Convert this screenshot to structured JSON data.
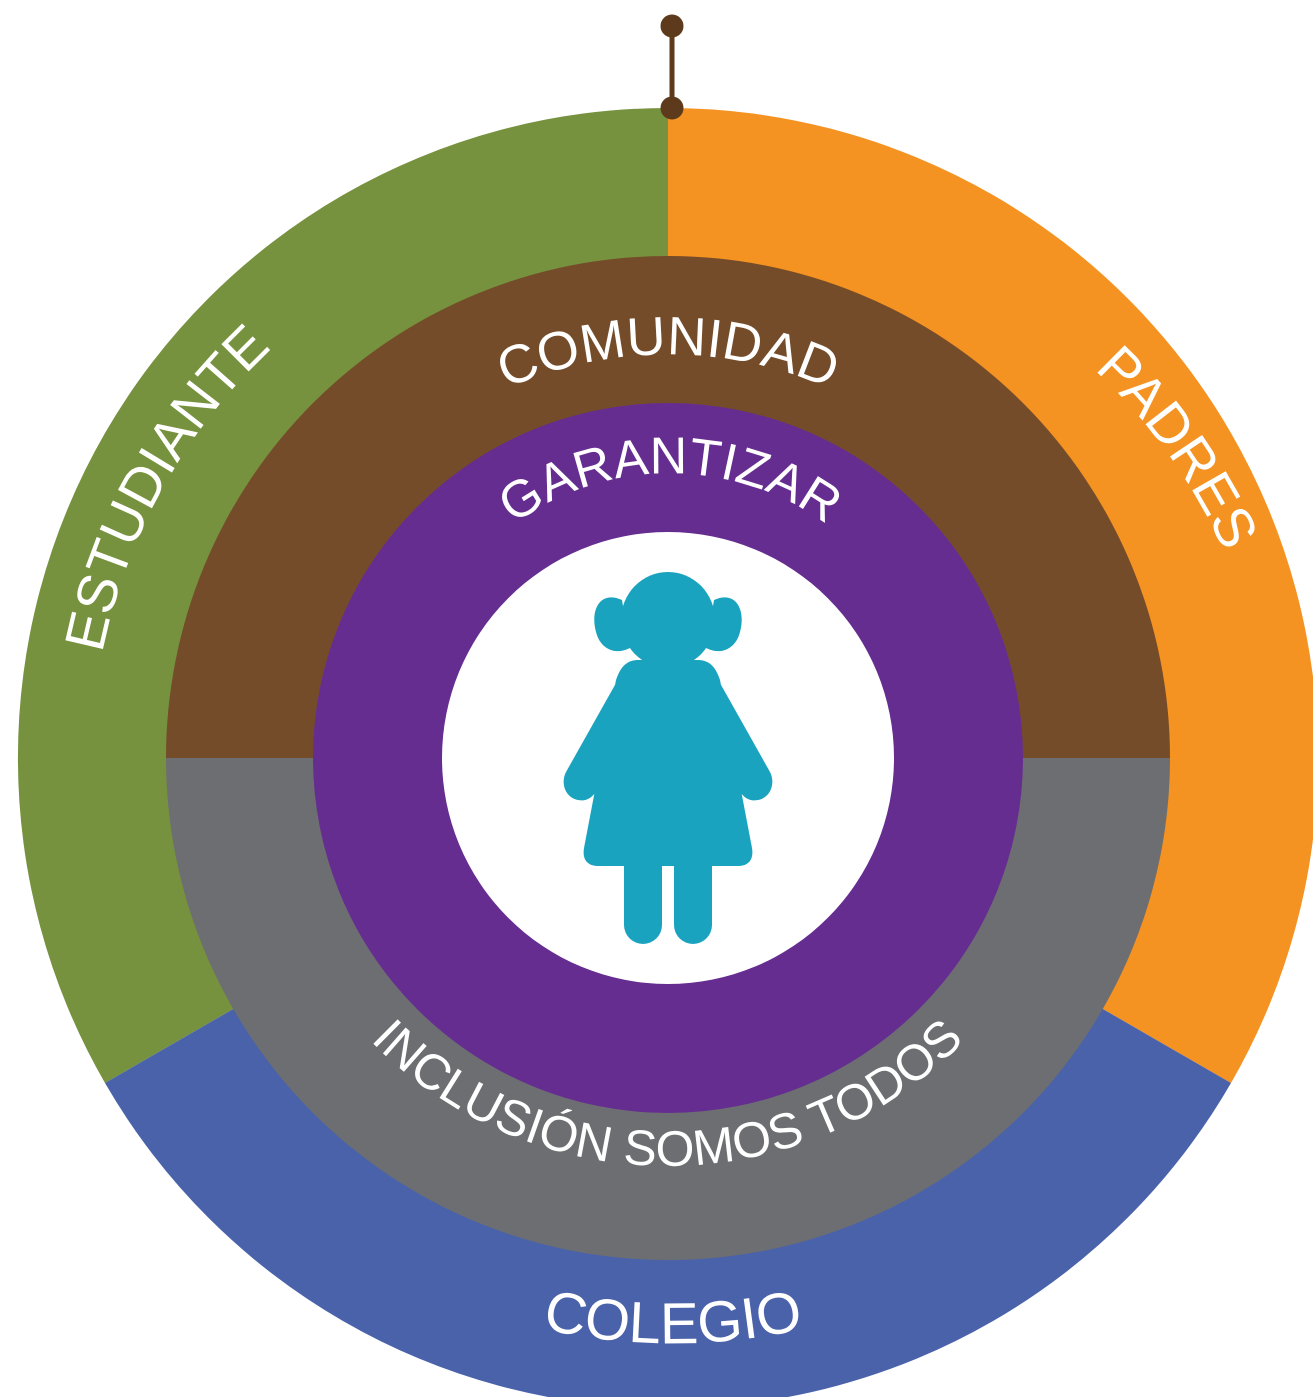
{
  "labels": {
    "estudiante": "ESTUDIANTE",
    "padres": "PADRES",
    "colegio": "COLEGIO",
    "comunidad": "COMUNIDAD",
    "inclusion": "INCLUSIÓN SOMOS TODOS",
    "garantizar": "GARANTIZAR"
  },
  "colors": {
    "estudiante": "#76923e",
    "padres": "#f49222",
    "colegio": "#4a62aa",
    "comunidad": "#754c29",
    "inclusion": "#6d6e71",
    "garantizar": "#662d91",
    "center": "#ffffff",
    "figure": "#1aa3bf",
    "pin": "#5e3a1d"
  },
  "icons": {
    "center": "girl-icon",
    "pin": "pin-icon"
  }
}
